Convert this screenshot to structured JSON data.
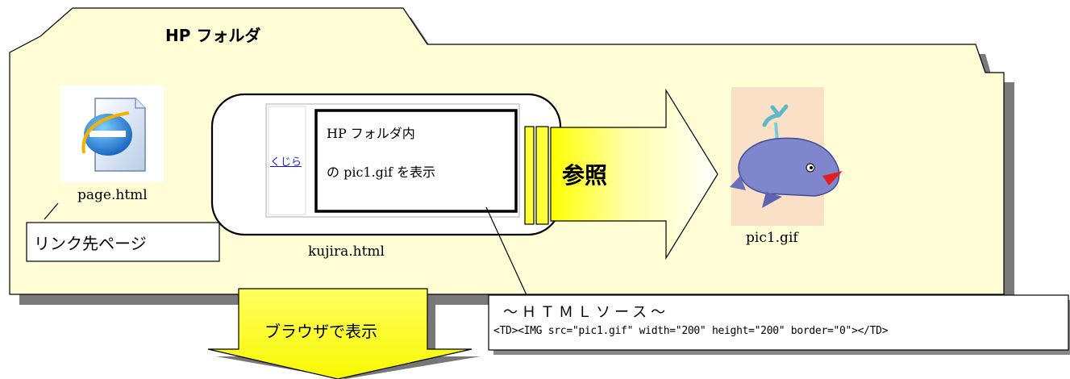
{
  "folder": {
    "title": "HP フォルダ"
  },
  "link_target": {
    "file_name": "page.html",
    "callout_label": "リンク先ページ",
    "icon": "ie-html-file-icon"
  },
  "page_frame": {
    "file_name": "kujira.html",
    "link_text": "くじら",
    "content_line1": "HP フォルダ内",
    "content_line2": "の pic1.gif を表示"
  },
  "reference": {
    "label": "参照"
  },
  "image_file": {
    "file_name": "pic1.gif",
    "icon": "whale-icon"
  },
  "browser": {
    "label": "ブラウザで表示"
  },
  "source_callout": {
    "title": "～ＨＴＭＬソース～",
    "code": "<TD><IMG src=\"pic1.gif\" width=\"200\" height=\"200\" border=\"0\"></TD>"
  },
  "colors": {
    "folder_fill": "#fefdd6",
    "arrow_yellow": "#fafa00",
    "accent_bar": "#ffff3a",
    "whale_body": "#7f86cc",
    "image_bg": "#fbe0c8"
  }
}
